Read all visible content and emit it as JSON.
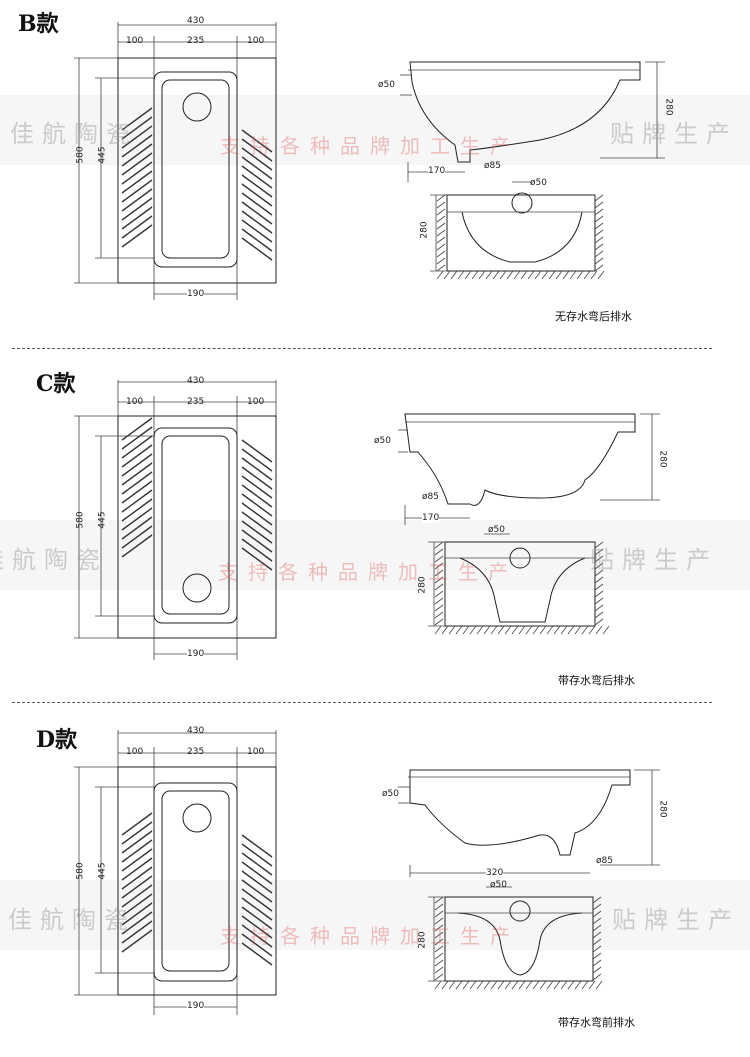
{
  "watermark": {
    "left": "佳航陶瓷",
    "middle": "支持各种品牌加工生产",
    "right": "贴牌生产"
  },
  "sections": [
    {
      "title": "B款",
      "caption": "无存水弯后排水",
      "dims": {
        "total_width": "430",
        "side_a": "100",
        "inner": "235",
        "side_b": "100",
        "length": "580",
        "inner_length": "445",
        "bottom_width": "190",
        "drain_dia": "ø50",
        "height": "280",
        "outlet_dia": "ø85",
        "offset": "170"
      }
    },
    {
      "title": "C款",
      "caption": "带存水弯后排水",
      "dims": {
        "total_width": "430",
        "side_a": "100",
        "inner": "235",
        "side_b": "100",
        "length": "580",
        "inner_length": "445",
        "bottom_width": "190",
        "drain_dia": "ø50",
        "height": "280",
        "outlet_dia": "ø85",
        "offset": "170"
      }
    },
    {
      "title": "D款",
      "caption": "带存水弯前排水",
      "dims": {
        "total_width": "430",
        "side_a": "100",
        "inner": "235",
        "side_b": "100",
        "length": "580",
        "inner_length": "445",
        "bottom_width": "190",
        "drain_dia": "ø50",
        "height": "280",
        "outlet_dia": "ø85",
        "offset": "320"
      }
    }
  ]
}
